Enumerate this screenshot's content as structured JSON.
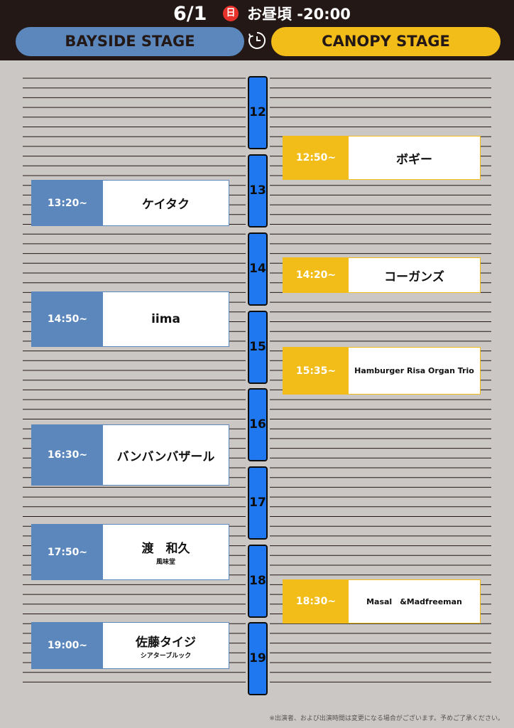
{
  "header": {
    "date": "6/1",
    "day": "日",
    "hours": "お昼頃 -20:00"
  },
  "stages": {
    "left": "BAYSIDE STAGE",
    "right": "CANOPY STAGE"
  },
  "hours": [
    "12",
    "13",
    "14",
    "15",
    "16",
    "17",
    "18",
    "19"
  ],
  "bayside": [
    {
      "time": "13:20~",
      "act": "ケイタク",
      "sub": ""
    },
    {
      "time": "14:50~",
      "act": "iima",
      "sub": ""
    },
    {
      "time": "16:30~",
      "act": "バンバンバザール",
      "sub": ""
    },
    {
      "time": "17:50~",
      "act": "渡　和久",
      "sub": "風味堂"
    },
    {
      "time": "19:00~",
      "act": "佐藤タイジ",
      "sub": "シアターブルック"
    }
  ],
  "canopy": [
    {
      "time": "12:50~",
      "act": "ボギー",
      "sub": ""
    },
    {
      "time": "14:20~",
      "act": "コーガンズ",
      "sub": ""
    },
    {
      "time": "15:35~",
      "act": "Hamburger Risa Organ Trio",
      "sub": ""
    },
    {
      "time": "18:30~",
      "act": "Masal　&Madfreeman",
      "sub": ""
    }
  ],
  "notice": "※出演者、および出演時間は変更になる場合がございます。予めご了承ください。",
  "colors": {
    "header_bg": "#231815",
    "bayside": "#5b87bc",
    "canopy": "#f2bd19",
    "hour_block": "#1f78f0",
    "day_badge": "#e6322a",
    "background": "#cbc7c4"
  }
}
